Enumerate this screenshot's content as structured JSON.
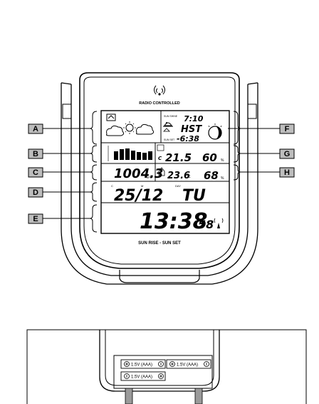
{
  "device": {
    "brand_label": "RADIO CONTROLLED",
    "footer_label": "SUN RISE - SUN SET",
    "colors": {
      "callout_fill": "#bdbdbd",
      "line": "#000000",
      "battery_grip": "#9a9a9a"
    }
  },
  "callouts": {
    "A": "A",
    "B": "B",
    "C": "C",
    "D": "D",
    "E": "E",
    "F": "F",
    "G": "G",
    "H": "H"
  },
  "lcd": {
    "sun_time": "7:10",
    "hst_label": "HST",
    "sunset_time": "-6:38",
    "sun_rise_small": "SUN SHINE",
    "sun_set_small": "SUN SET",
    "pressure": "1004.3",
    "pressure_unit": "hPa",
    "outdoor_temp": "21.5",
    "outdoor_temp_unit": "°C",
    "outdoor_humidity": "60",
    "indoor_temp": "23.6",
    "indoor_temp_unit": "°C",
    "indoor_humidity": "68",
    "humidity_unit": "%",
    "date": "25/12",
    "day_label": "DAY",
    "day": "TU",
    "month_prefix": "M",
    "time_hm": "13:38",
    "time_s": "58",
    "channel": "C"
  },
  "battery": {
    "cell1": "1.5V (AAA)",
    "cell2": "1.5V (AAA)",
    "cell3": "1.5V (AAA)"
  }
}
